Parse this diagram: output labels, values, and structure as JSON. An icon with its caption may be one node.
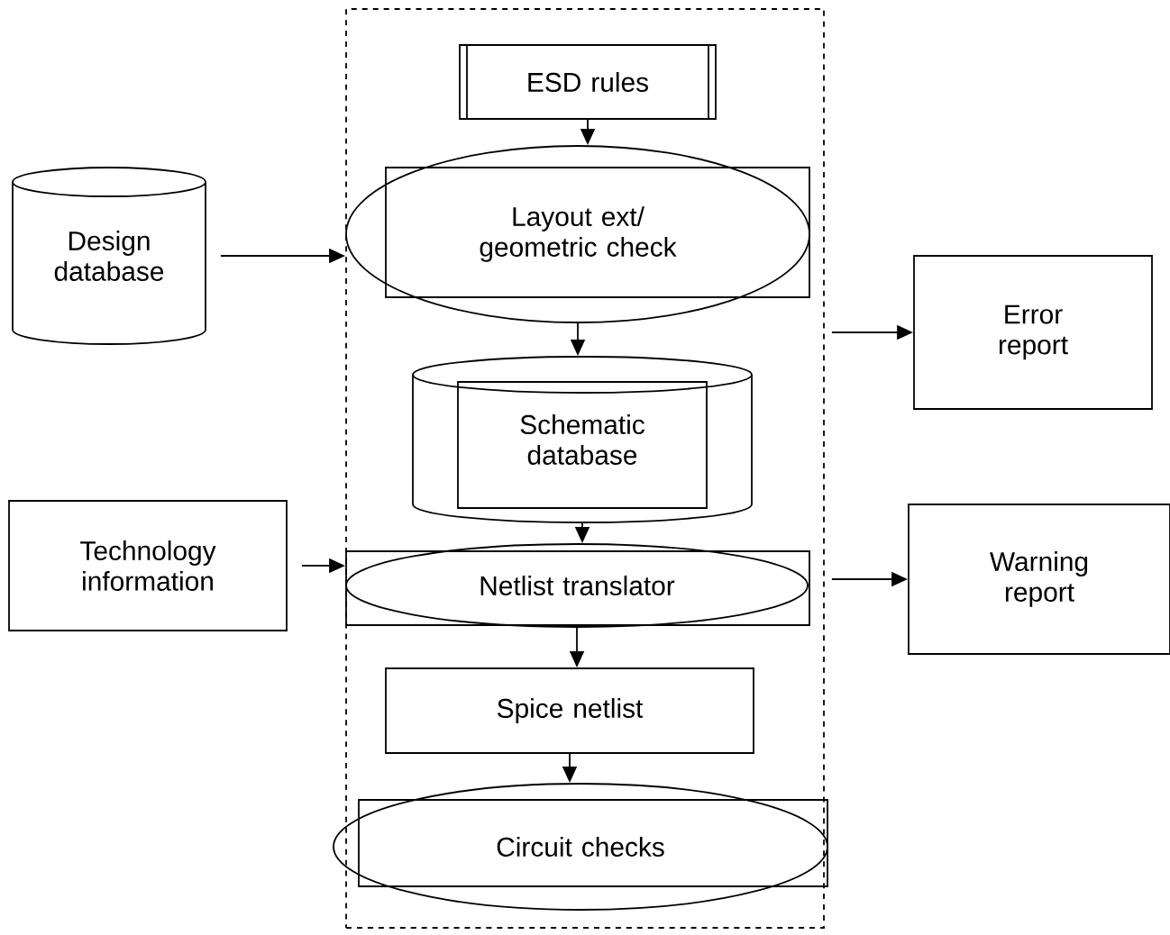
{
  "diagram": {
    "nodes": [
      {
        "text": [],
        "shape": "box"
      },
      {
        "text": [
          "ESD rules"
        ],
        "in": 0
      },
      {
        "text": [
          "Layout ext/ geometric check"
        ],
        "in": 0
      },
      {
        "text": [
          "Schematic database"
        ],
        "in": 0
      },
      {
        "text": [
          "Netlist translator"
        ],
        "in": 0
      },
      {
        "text": [
          "Spice netlist"
        ],
        "in": 0
      },
      {
        "text": [
          "Circuit checks"
        ],
        "in": 0
      },
      {
        "text": [
          "Design database"
        ]
      },
      {
        "text": [
          "Error report"
        ]
      },
      {
        "text": [
          "Technology information"
        ]
      },
      {
        "text": [
          "Warning report"
        ]
      }
    ],
    "edges": [
      {
        "from": 1,
        "to": 2,
        "arrow": "to"
      },
      {
        "from": 2,
        "to": 3,
        "arrow": "to"
      },
      {
        "from": 3,
        "to": 4,
        "arrow": "to"
      },
      {
        "from": 4,
        "to": 5,
        "arrow": "to"
      },
      {
        "from": 5,
        "to": 6,
        "arrow": "to"
      },
      {
        "from": 7,
        "to": 2,
        "arrow": "to"
      },
      {
        "from": 0,
        "to": 8,
        "arrow": "to"
      },
      {
        "from": 9,
        "to": 4,
        "arrow": "to"
      },
      {
        "from": 0,
        "to": 10,
        "arrow": "to"
      }
    ]
  }
}
